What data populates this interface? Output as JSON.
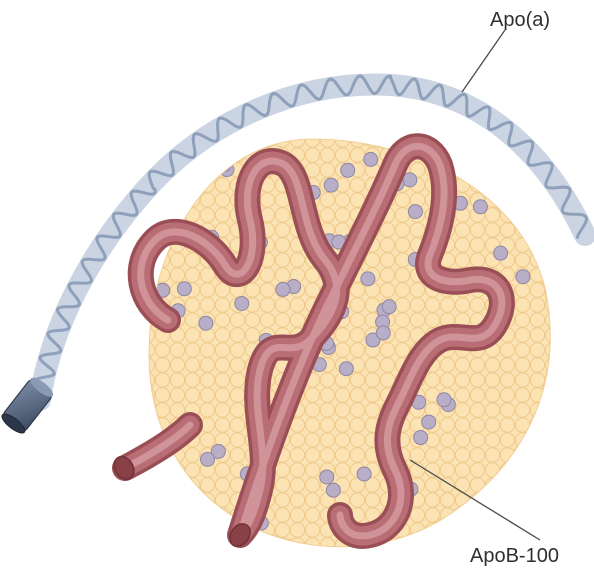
{
  "diagram": {
    "labels": {
      "apo_a": "Apo(a)",
      "apob": "ApoB-100"
    },
    "colors": {
      "background": "#ffffff",
      "core_fill": "#fbe3b4",
      "core_bead_stroke": "#efc98a",
      "phospholipid_head": "#b8aec8",
      "apob_strand": "#b4676d",
      "apob_strand_light": "#d59aa0",
      "apoa_band": "#c9d3e2",
      "apoa_coil": "#8fa0bb",
      "anchor_cap": "#4e5f7a"
    },
    "icons": [
      "lipoprotein-core",
      "apob-strand",
      "apoa-coil",
      "anchor-cap"
    ]
  }
}
